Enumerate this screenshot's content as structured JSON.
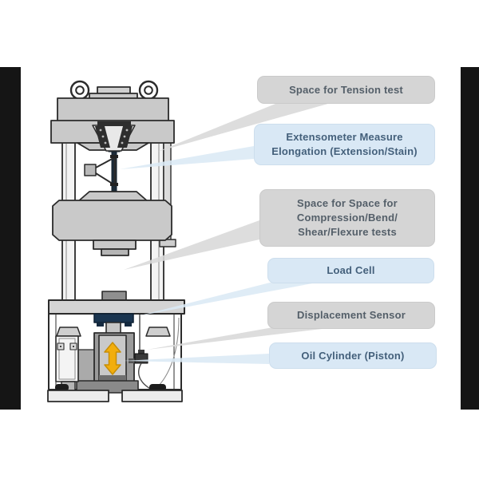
{
  "figure": {
    "description_visible": "Labeled cutaway diagram of a hydraulic universal testing machine",
    "callouts": [
      {
        "id": "tension",
        "style": "gray",
        "lines": [
          "Space for Tension test"
        ]
      },
      {
        "id": "extensometer",
        "style": "blue",
        "lines": [
          "Extensometer Measure",
          "Elongation (Extension/Stain)"
        ]
      },
      {
        "id": "compression",
        "style": "gray",
        "lines": [
          "Space for Space for",
          "Compression/Bend/",
          "Shear/Flexure tests"
        ]
      },
      {
        "id": "load_cell",
        "style": "blue",
        "lines": [
          "Load Cell"
        ]
      },
      {
        "id": "displacement",
        "style": "gray",
        "lines": [
          "Displacement Sensor"
        ]
      },
      {
        "id": "oil_cylinder",
        "style": "blue",
        "lines": [
          "Oil Cylinder (Piston)"
        ]
      }
    ],
    "colors": {
      "callout_gray_bg": "#d5d5d5",
      "callout_blue_bg": "#d9e8f5",
      "callout_gray_text": "#545f69",
      "callout_blue_text": "#44607b",
      "machine_body_gray": "#c9c9c9",
      "machine_outline": "#2b2b2b",
      "load_cell_navy": "#1a3550",
      "piston_arrow_yellow": "#f2ae0d",
      "letterbox_black": "#151515"
    },
    "icons": {
      "piston_stroke_arrow": "vertical double-headed arrow inside oil cylinder"
    }
  }
}
